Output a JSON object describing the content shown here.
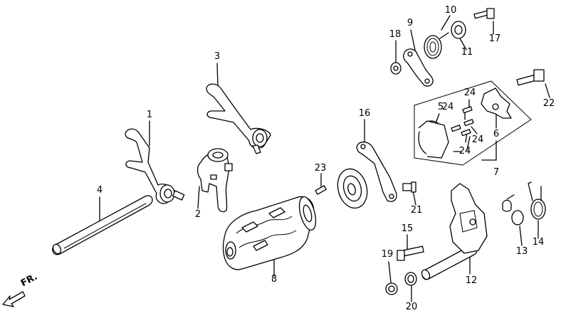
{
  "diagram": {
    "direction_label": "FR.",
    "callouts": [
      {
        "id": "1",
        "text": "1"
      },
      {
        "id": "2",
        "text": "2"
      },
      {
        "id": "3",
        "text": "3"
      },
      {
        "id": "4",
        "text": "4"
      },
      {
        "id": "5",
        "text": "5"
      },
      {
        "id": "6",
        "text": "6"
      },
      {
        "id": "7",
        "text": "7"
      },
      {
        "id": "8",
        "text": "8"
      },
      {
        "id": "9",
        "text": "9"
      },
      {
        "id": "10",
        "text": "10"
      },
      {
        "id": "11",
        "text": "11"
      },
      {
        "id": "12",
        "text": "12"
      },
      {
        "id": "13",
        "text": "13"
      },
      {
        "id": "14",
        "text": "14"
      },
      {
        "id": "15",
        "text": "15"
      },
      {
        "id": "16",
        "text": "16"
      },
      {
        "id": "17",
        "text": "17"
      },
      {
        "id": "18",
        "text": "18"
      },
      {
        "id": "19",
        "text": "19"
      },
      {
        "id": "20",
        "text": "20"
      },
      {
        "id": "21",
        "text": "21"
      },
      {
        "id": "22",
        "text": "22"
      },
      {
        "id": "23",
        "text": "23"
      },
      {
        "id": "24a",
        "text": "24"
      },
      {
        "id": "24b",
        "text": "24"
      },
      {
        "id": "24c",
        "text": "24"
      },
      {
        "id": "24d",
        "text": "24"
      }
    ]
  }
}
